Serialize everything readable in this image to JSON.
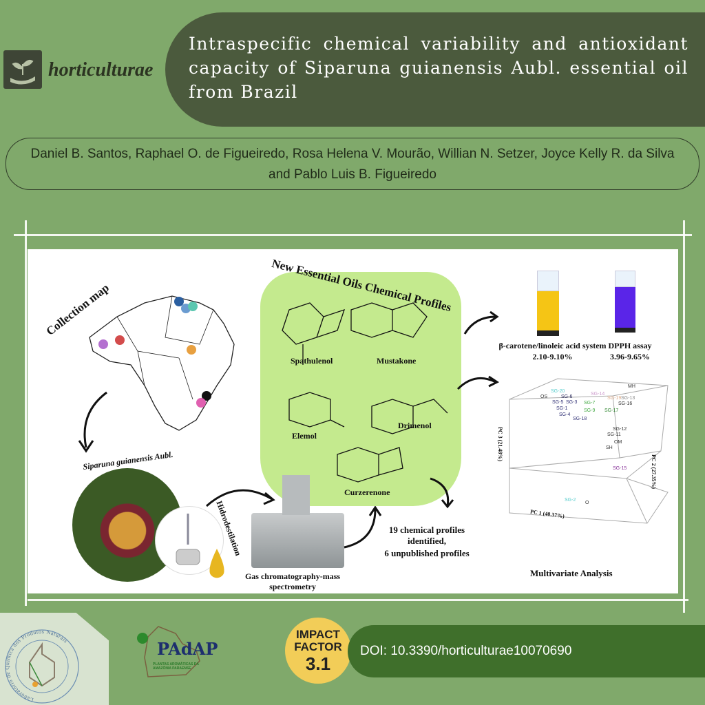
{
  "journal": {
    "name": "horticulturae",
    "icon": "plant-in-hand-icon"
  },
  "title": "Intraspecific chemical variability and antioxidant capacity of Siparuna guianensis Aubl. essential oil from Brazil",
  "authors": "Daniel B. Santos, Raphael O. de Figueiredo, Rosa Helena V. Mourão, Willian N. Setzer, Joyce Kelly R. da Silva and Pablo Luis B. Figueiredo",
  "abstract": {
    "collection_map": "Collection map",
    "profiles_title": "New Essential Oils Chemical Profiles",
    "compounds": [
      "Spathulenol",
      "Mustakone",
      "Elemol",
      "Drimenol",
      "Curzerenone"
    ],
    "plant": "Siparuna guianensis Aubl.",
    "hydro": "Hidrodestilation",
    "gcms": "Gas chromatography-mass spectrometry",
    "profiles_count_1": "19 chemical profiles identified,",
    "profiles_count_2": "6 unpublished profiles",
    "beta_label": "β-carotene/linoleic acid system",
    "beta_value": "2.10-9.10%",
    "dpph_label": "DPPH assay",
    "dpph_value": "3.96-9.65%",
    "multivariate": "Multivariate Analysis",
    "pc1": "PC 1 (40.37%)",
    "pc2": "PC 2 (27.35%)",
    "pc3": "PC 3 (21.48%)",
    "pca_labels": [
      "OS",
      "SG-20",
      "SG-6",
      "SG-5",
      "SG-3",
      "SG-1",
      "SG-4",
      "SG-18",
      "SG-7",
      "SG-9",
      "SG-17",
      "SG-14",
      "SG-19",
      "SG-13",
      "SG-16",
      "MH",
      "SG-12",
      "SG-11",
      "OM",
      "SH",
      "SG-15",
      "SG-2",
      "O"
    ]
  },
  "footer": {
    "lab": "Laboratório de Química dos Produtos Naturais",
    "padap": "PAdAP",
    "padap_sub": "PLANTAS AROMÁTICAS DA AMAZÔNIA PARAENSE",
    "impact_label_1": "IMPACT",
    "impact_label_2": "FACTOR",
    "impact_value": "3.1",
    "doi": "DOI: 10.3390/horticulturae10070690"
  },
  "colors": {
    "bg": "#80a96b",
    "header": "#4b5a3d",
    "lime": "#c4ea8e",
    "doi": "#3f6f2b",
    "impact": "#f2cd58"
  }
}
